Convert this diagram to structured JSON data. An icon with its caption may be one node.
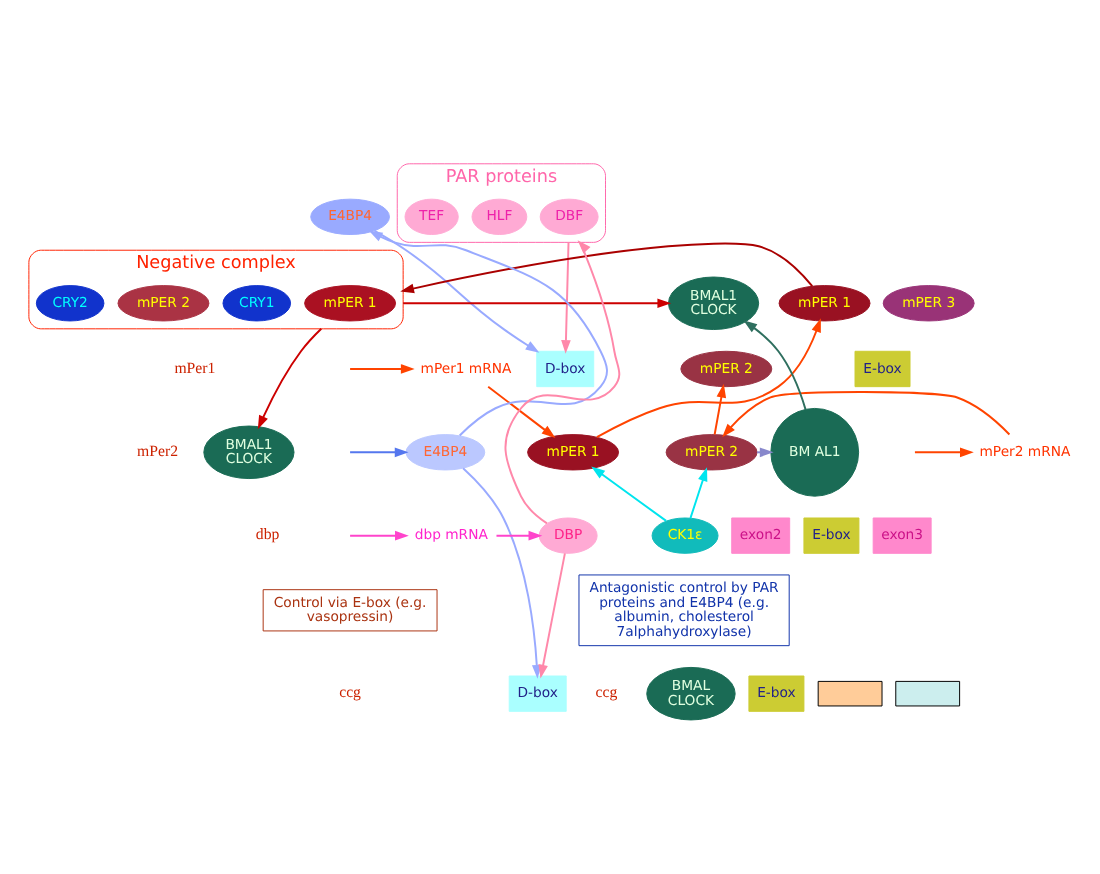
{
  "diagram": {
    "nodes": [
      {
        "text": [
          "E4BP4"
        ]
      },
      {
        "text": [
          "PAR proteins"
        ]
      },
      {
        "text": [
          "DBF"
        ],
        "in": 1
      },
      {
        "text": [
          "HLF"
        ],
        "in": 1
      },
      {
        "text": [
          "TEF"
        ],
        "in": 1
      },
      {
        "text": [
          "Negative complex"
        ]
      },
      {
        "text": [
          "mPER 1"
        ],
        "in": 5
      },
      {
        "text": [
          "CRY1"
        ],
        "in": 5
      },
      {
        "text": [
          "mPER 2"
        ],
        "in": 5
      },
      {
        "text": [
          "CRY2"
        ],
        "in": 5
      },
      {
        "text": [
          "mPER 1"
        ]
      },
      {
        "text": [
          "mPER 3"
        ]
      },
      {
        "text": [
          "mPER 2"
        ]
      },
      {
        "text": [
          "BMAL1",
          "CLOCK"
        ]
      },
      {
        "text": [
          "E-box"
        ]
      },
      {
        "text": [
          "D-box"
        ]
      },
      {
        "text": [
          "mPer1 mRNA"
        ]
      },
      {
        "text": [
          "mPer2 mRNA"
        ]
      },
      {
        "text": [
          "mPER 1"
        ]
      },
      {
        "text": [
          "mPER 2"
        ]
      },
      {
        "text": [
          "E4BP4"
        ]
      },
      {
        "text": [
          "BM AL1"
        ]
      },
      {
        "text": [
          "BMAL1",
          "CLOCK"
        ]
      },
      {
        "text": [
          "exon2"
        ]
      },
      {
        "text": [
          "E-box"
        ]
      },
      {
        "text": [
          "exon3"
        ]
      },
      {
        "text": [
          "CK1ε"
        ]
      },
      {
        "text": [
          "dbp mRNA"
        ]
      },
      {
        "text": [
          "DBP"
        ]
      },
      {
        "text": [
          "Control via E-box (e.g. vasopressin)"
        ]
      },
      {
        "text": [
          "Antagonistic control by PAR proteins and E4BP4 (e.g. albumin, cholesterol 7alphahydroxylase)"
        ]
      },
      {
        "text": [
          "BMAL",
          "CLOCK"
        ]
      },
      {
        "text": [
          "E-box"
        ]
      },
      {
        "text": [],
        "shape": "box"
      },
      {
        "text": [
          "D-box"
        ]
      },
      {
        "text": [],
        "shape": "box"
      }
    ],
    "edges": [
      {
        "from": 20,
        "to": 0,
        "arrow": "to",
        "color": "#99aaff"
      },
      {
        "from": 0,
        "to": 15,
        "arrow": "to",
        "color": "#99aaff"
      },
      {
        "from": 28,
        "to": 1,
        "arrow": "to",
        "color": "#ff88aa"
      },
      {
        "from": 1,
        "to": 15,
        "arrow": "to",
        "color": "#ff88aa"
      },
      {
        "from": 21,
        "to": 13,
        "arrow": "to",
        "color": "#2f6f5f"
      },
      {
        "from": 5,
        "to": 13,
        "arrow": "to",
        "color": "#cc0000"
      },
      {
        "from": 5,
        "to": 22,
        "arrow": "to",
        "color": "#cc0000"
      },
      {
        "from": 10,
        "to": 5,
        "arrow": "to",
        "color": "#aa0000"
      },
      {
        "from": null,
        "to": 16,
        "arrow": "to"
      },
      {
        "from": null,
        "to": 17,
        "arrow": "to"
      },
      {
        "from": 16,
        "to": 18,
        "arrow": "to"
      },
      {
        "from": 17,
        "to": 19,
        "arrow": "to"
      },
      {
        "from": 18,
        "to": 10,
        "arrow": "to"
      },
      {
        "from": 19,
        "to": 12,
        "arrow": "to"
      },
      {
        "from": 26,
        "to": 18,
        "arrow": "to",
        "color": "#00e5ee"
      },
      {
        "from": 26,
        "to": 19,
        "arrow": "to",
        "color": "#00e5ee"
      },
      {
        "from": 19,
        "to": 21,
        "arrow": "to",
        "color": "#8888cc"
      },
      {
        "from": null,
        "to": 20,
        "arrow": "to",
        "color": "#5577ee"
      },
      {
        "from": null,
        "to": 27,
        "arrow": "to",
        "color": "#ff44cc"
      },
      {
        "from": 27,
        "to": 28,
        "arrow": "to",
        "color": "#ff44cc"
      },
      {
        "from": 28,
        "to": 34,
        "arrow": "to",
        "color": "#ff88aa"
      },
      {
        "from": 20,
        "to": 34,
        "arrow": "to",
        "color": "#99aaff"
      }
    ],
    "labels": [
      "mPer1",
      "mPer2",
      "dbp",
      "ccg",
      "ccg"
    ]
  }
}
